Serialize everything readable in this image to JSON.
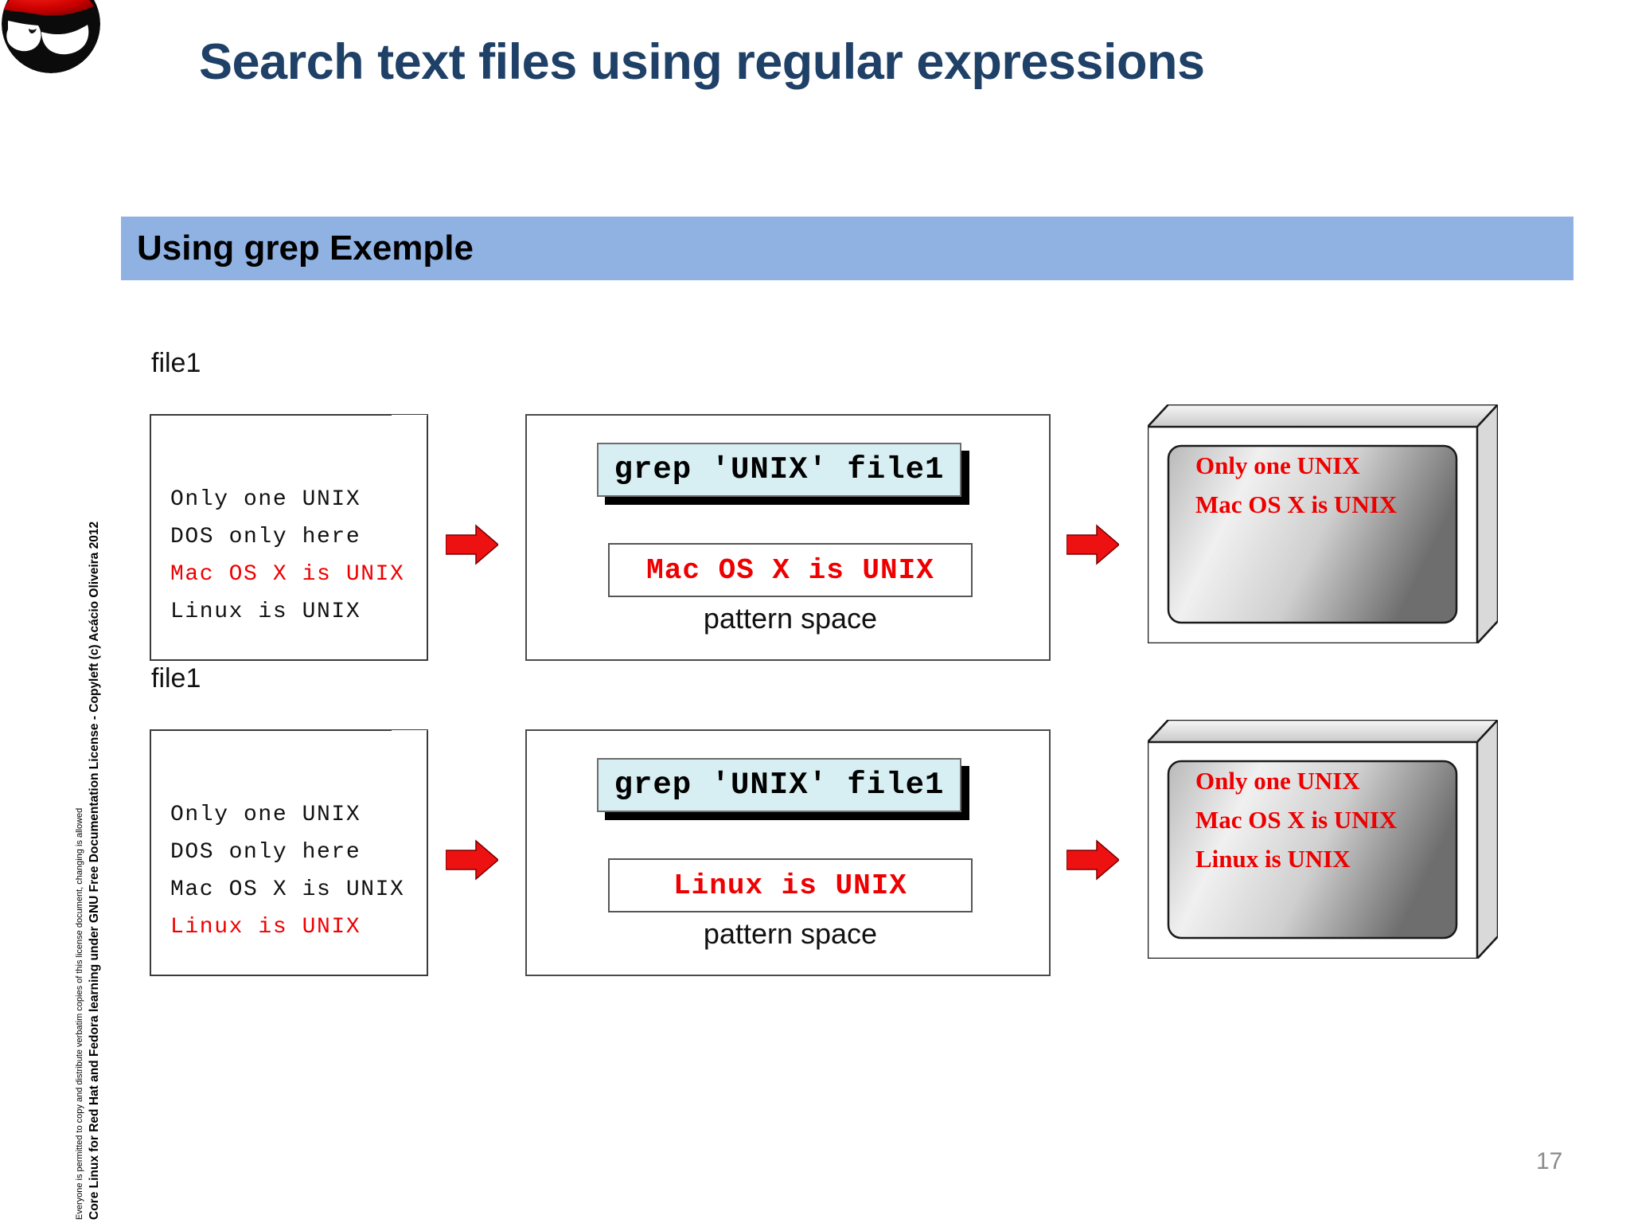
{
  "slide": {
    "title": "Search text files using regular expressions",
    "section_band": "Using grep Exemple",
    "page_number": "17",
    "logo": "redhat-shadowman-logo",
    "accent_colors": {
      "title": "#1F4067",
      "band": "#90B2E3",
      "highlight_red": "#EE0000",
      "command_bg": "#D7EFF2"
    }
  },
  "sidebar": {
    "main": "Core Linux for Red Hat and Fedora learning under GNU Free Documentation License  -  Copyleft (c) Acácio Oliveira 2012",
    "sub": "Everyone is permitted to copy and distribute verbatim copies of this license document, changing is allowed"
  },
  "rows": [
    {
      "file_label": "file1",
      "file_lines": [
        {
          "text": "Only one UNIX",
          "highlight": false
        },
        {
          "text": "DOS only here",
          "highlight": false
        },
        {
          "text": "Mac OS X is UNIX",
          "highlight": true
        },
        {
          "text": "Linux is UNIX",
          "highlight": false
        }
      ],
      "command": "grep 'UNIX' file1",
      "pattern_space": "Mac OS X is UNIX",
      "pattern_space_label": "pattern space",
      "monitor_lines": [
        "Only one UNIX",
        "Mac OS X is UNIX"
      ]
    },
    {
      "file_label": "file1",
      "file_lines": [
        {
          "text": "Only one UNIX",
          "highlight": false
        },
        {
          "text": "DOS only here",
          "highlight": false
        },
        {
          "text": "Mac OS X is UNIX",
          "highlight": false
        },
        {
          "text": "Linux is UNIX",
          "highlight": true
        }
      ],
      "command": "grep 'UNIX' file1",
      "pattern_space": "Linux is UNIX",
      "pattern_space_label": "pattern space",
      "monitor_lines": [
        "Only one UNIX",
        "Mac OS X is UNIX",
        "Linux is UNIX"
      ]
    }
  ]
}
